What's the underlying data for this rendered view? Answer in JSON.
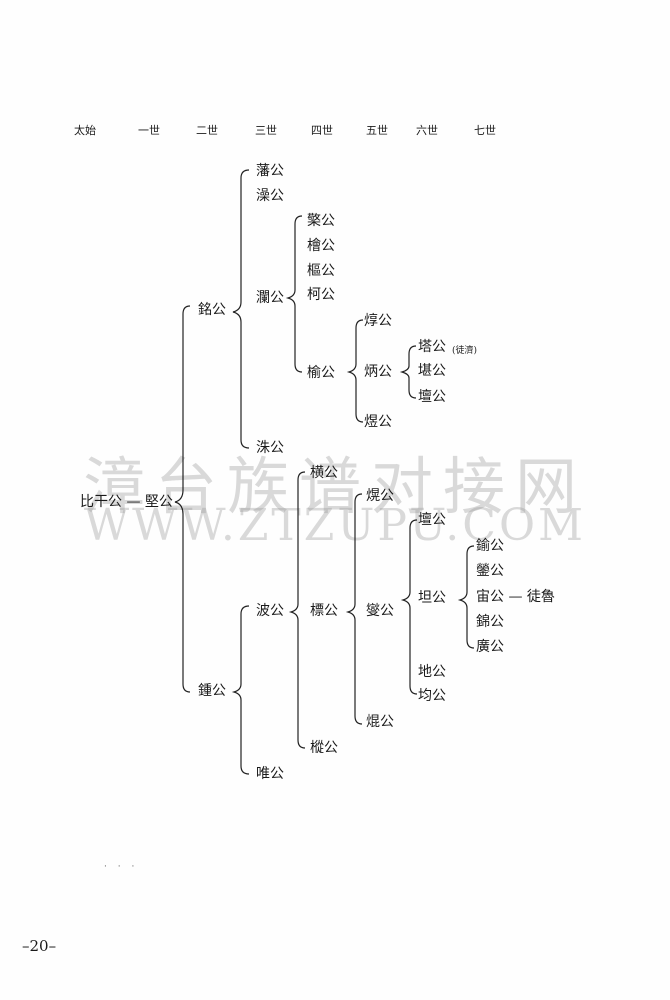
{
  "generations": [
    "太始",
    "一世",
    "二世",
    "三世",
    "四世",
    "五世",
    "六世",
    "七世"
  ],
  "root": "比干公 — 堅公",
  "nodes": {
    "ming": "銘公",
    "zhong": "鍾公",
    "fan": "藩公",
    "zao": "澡公",
    "lan": "瀾公",
    "zhu": "洙公",
    "ju": "檠公",
    "hui": "檜公",
    "qu": "樞公",
    "ke": "柯公",
    "yu": "榆公",
    "chun": "焞公",
    "bing": "炳公",
    "yu5": "煜公",
    "ta": "塔公",
    "kan": "堪公",
    "tan": "壇公",
    "bo": "波公",
    "wei": "唯公",
    "heng": "横公",
    "biao": "標公",
    "zong": "樅公",
    "ying": "熀公",
    "xie": "燮公",
    "kun": "焜公",
    "tan2": "壇公",
    "dan": "坦公",
    "di": "地公",
    "jun": "均公",
    "yu7": "鍮公",
    "ying7": "鎣公",
    "zhou": "宙公",
    "xi": "錦公",
    "guang": "廣公",
    "zhou_desc": "宙公 — 徒魯"
  },
  "note_ta": "(徒濟)",
  "watermark": {
    "cn": "漳台族谱对接网",
    "url": "WWW.ZTZUPU.COM"
  },
  "page_number": "–20–",
  "stray_marks": "· · ·"
}
